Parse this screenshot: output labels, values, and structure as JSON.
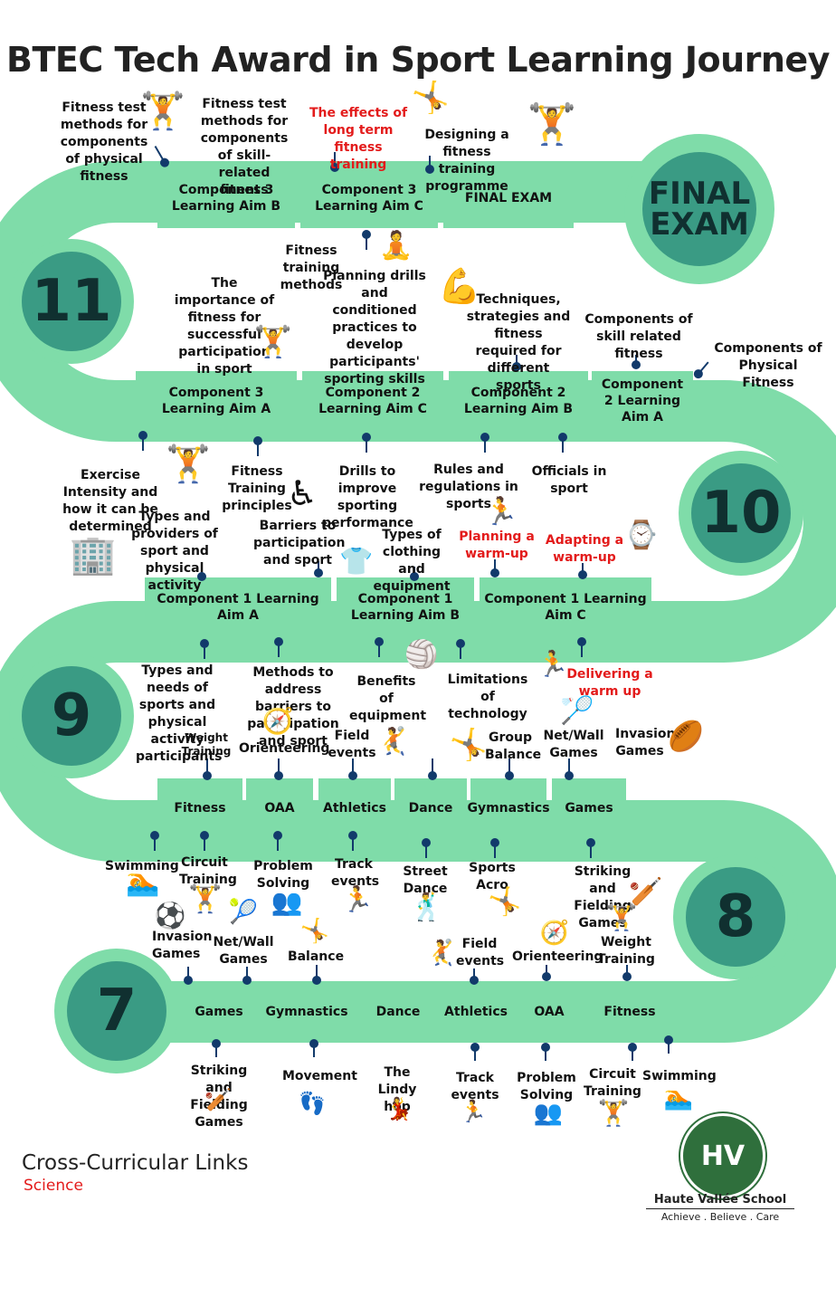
{
  "title": "BTEC Tech Award in Sport Learning Journey",
  "colors": {
    "road": "#7fdca9",
    "circle": "#3a9b84",
    "pin": "#123a6b",
    "highlight": "#e31b1b"
  },
  "final_exam": "FINAL EXAM",
  "years": {
    "y7": "7",
    "y8": "8",
    "y9": "9",
    "y10": "10",
    "y11": "11"
  },
  "row1": {
    "seg1": "Component 3 Learning Aim B",
    "seg2": "Component 3 Learning Aim C",
    "seg3": "FINAL EXAM",
    "lbl_fitness_components": "Fitness test methods for components of physical fitness",
    "lbl_skill_components": "Fitness test methods for components of skill-related fitness",
    "lbl_long_term": "The effects of long term fitness training",
    "lbl_designing": "Designing a fitness training programme",
    "lbl_training_methods": "Fitness training methods"
  },
  "row2": {
    "seg1": "Component 3 Learning Aim A",
    "seg2": "Component 2 Learning Aim C",
    "seg3": "Component 2 Learning Aim B",
    "seg4": "Component 2 Learning Aim A",
    "lbl_importance": "The importance of fitness for successful participation in sport",
    "lbl_planning_drills": "Planning drills and conditioned practices to develop participants' sporting skills",
    "lbl_techniques": "Techniques, strategies and fitness required for different sports",
    "lbl_skill_related": "Components of skill related fitness",
    "lbl_physical": "Components of Physical Fitness",
    "lbl_exercise_intensity": "Exercise Intensity and how it can be determined",
    "lbl_principles": "Fitness Training principles",
    "lbl_drills": "Drills to improve sporting performance",
    "lbl_rules": "Rules and regulations in sports",
    "lbl_officials": "Officials in sport"
  },
  "row3": {
    "seg1": "Component 1 Learning Aim A",
    "seg2": "Component 1 Learning Aim B",
    "seg3": "Component 1 Learning Aim C",
    "lbl_types_providers": "Types and providers of sport and physical activity",
    "lbl_barriers": "Barriers to participation and sport",
    "lbl_clothing": "Types of clothing and equipment",
    "lbl_planning_warmup": "Planning a warm-up",
    "lbl_adapting_warmup": "Adapting a warm-up",
    "lbl_types_needs": "Types and needs of sports and physical activity participants",
    "lbl_methods_barriers": "Methods to address barriers to participation and sport",
    "lbl_benefits": "Benefits of equipment",
    "lbl_limitations": "Limitations of technology",
    "lbl_delivering": "Delivering a warm up"
  },
  "row4": {
    "seg1": "Fitness",
    "seg2": "OAA",
    "seg3": "Athletics",
    "seg4": "Dance",
    "seg5": "Gymnastics",
    "seg6": "Games",
    "lbl_weight": "Weight Training",
    "lbl_orienteering": "Orienteering",
    "lbl_field": "Field events",
    "lbl_group_balance": "Group Balance",
    "lbl_netwall": "Net/Wall Games",
    "lbl_invasion": "Invasion Games",
    "lbl_swimming": "Swimming",
    "lbl_circuit": "Circuit Training",
    "lbl_problem": "Problem Solving",
    "lbl_track": "Track events",
    "lbl_street": "Street Dance",
    "lbl_sports_acro": "Sports Acro",
    "lbl_striking": "Striking and Fielding Games"
  },
  "row5": {
    "seg1": "Games",
    "seg2": "Gymnastics",
    "seg3": "Dance",
    "seg4": "Athletics",
    "seg5": "OAA",
    "seg6": "Fitness",
    "lbl_invasion": "Invasion Games",
    "lbl_netwall": "Net/Wall Games",
    "lbl_balance": "Balance",
    "lbl_field": "Field events",
    "lbl_orienteering": "Orienteering",
    "lbl_weight": "Weight Training",
    "lbl_striking": "Striking and Fielding Games",
    "lbl_movement": "Movement",
    "lbl_lindy": "The Lindy hop",
    "lbl_track": "Track events",
    "lbl_problem": "Problem Solving",
    "lbl_circuit": "Circuit Training",
    "lbl_swimming": "Swimming"
  },
  "footer": {
    "cross": "Cross-Curricular Links",
    "science": "Science",
    "crest": "HV",
    "school": "Haute Vallée School",
    "motto": "Achieve . Believe . Care"
  }
}
